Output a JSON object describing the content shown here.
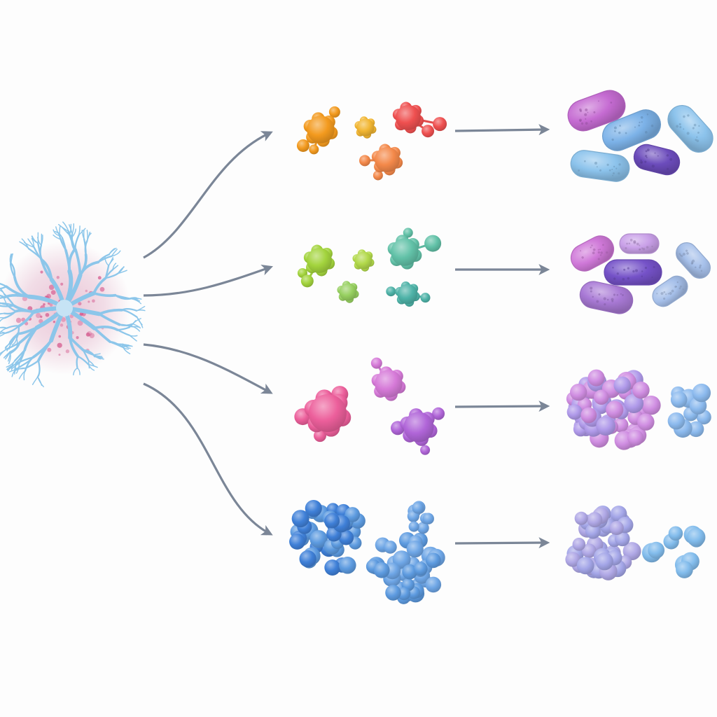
{
  "diagram": {
    "source": {
      "shape": "branching-cell",
      "colors": {
        "branch": "#8cc6ea",
        "body": "#e8c2d4",
        "accent": "#d4588c"
      }
    },
    "arrow_color": "#6e7a8c",
    "stages": [
      {
        "id": "row-1",
        "intermediate": {
          "shape": "molecular-clusters",
          "colors": [
            "#f39a1e",
            "#f2b632",
            "#f4894a",
            "#ef5050"
          ]
        },
        "final": {
          "shape": "rod-cells",
          "colors": [
            "#c56bd2",
            "#7cb2e8",
            "#8cc3ec",
            "#6c4cbc"
          ]
        }
      },
      {
        "id": "row-2",
        "intermediate": {
          "shape": "molecular-clusters",
          "colors": [
            "#a3d43d",
            "#b2d94b",
            "#97d060",
            "#62c2a8",
            "#4eb3a8"
          ]
        },
        "final": {
          "shape": "rod-cells",
          "colors": [
            "#cf78d8",
            "#c9a0e8",
            "#7552c8",
            "#a97ad6",
            "#a6c0ea"
          ]
        }
      },
      {
        "id": "row-3",
        "intermediate": {
          "shape": "molecular-clusters",
          "colors": [
            "#ec5f9b",
            "#d67ad8",
            "#b065d8"
          ]
        },
        "final": {
          "shape": "sphere-clusters",
          "colors": [
            "#d08ee2",
            "#b09aea",
            "#8cbaee"
          ]
        }
      },
      {
        "id": "row-4",
        "intermediate": {
          "shape": "sphere-clusters",
          "colors": [
            "#3f80d8",
            "#5d9be0",
            "#6ea6e6"
          ]
        },
        "final": {
          "shape": "sphere-clusters",
          "colors": [
            "#a4a6e8",
            "#b0a8e6",
            "#82bcec"
          ]
        }
      }
    ]
  }
}
